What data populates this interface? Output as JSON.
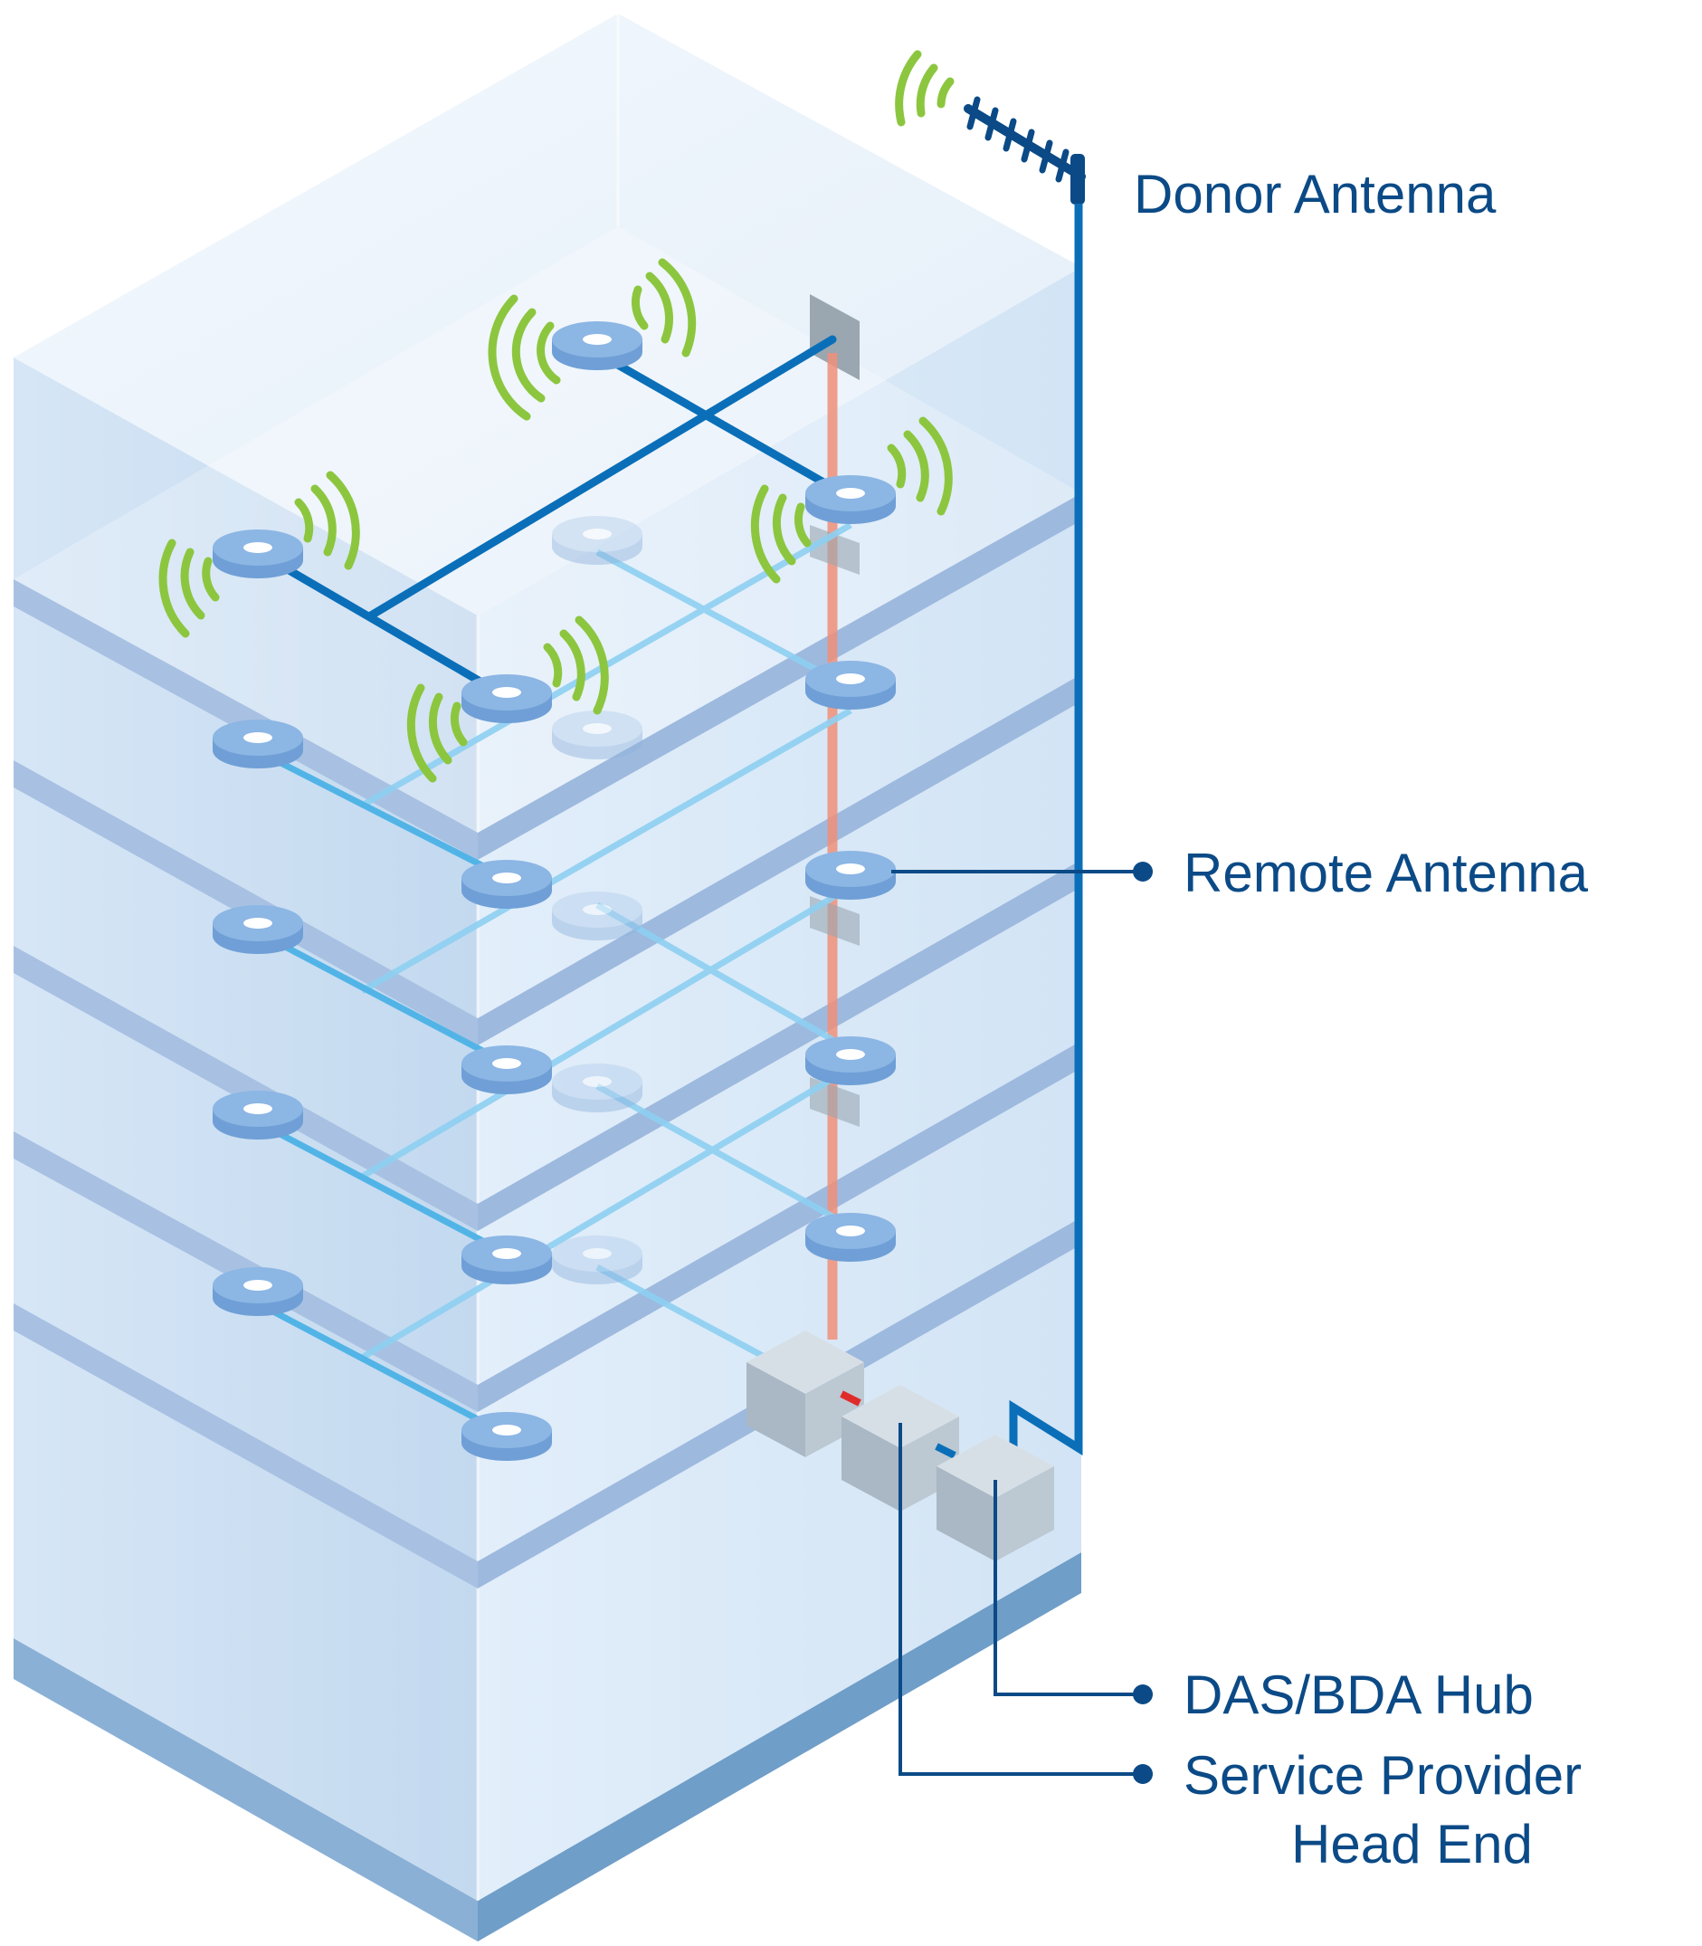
{
  "labels": {
    "donor_antenna": "Donor Antenna",
    "remote_antenna": "Remote Antenna",
    "das_bda_hub": "DAS/BDA Hub",
    "service_provider_line1": "Service Provider",
    "service_provider_line2": "Head End"
  },
  "colors": {
    "label_text": "#0b4a86",
    "trunk_cable": "#0a6fb8",
    "floor_cable": "#7ccaf0",
    "riser_cable": "#f0907a",
    "signal_waves": "#8cc63f",
    "building_glass": "#dbe9f7",
    "building_base": "#6f9ec8",
    "equipment": "#a9bbc8"
  }
}
